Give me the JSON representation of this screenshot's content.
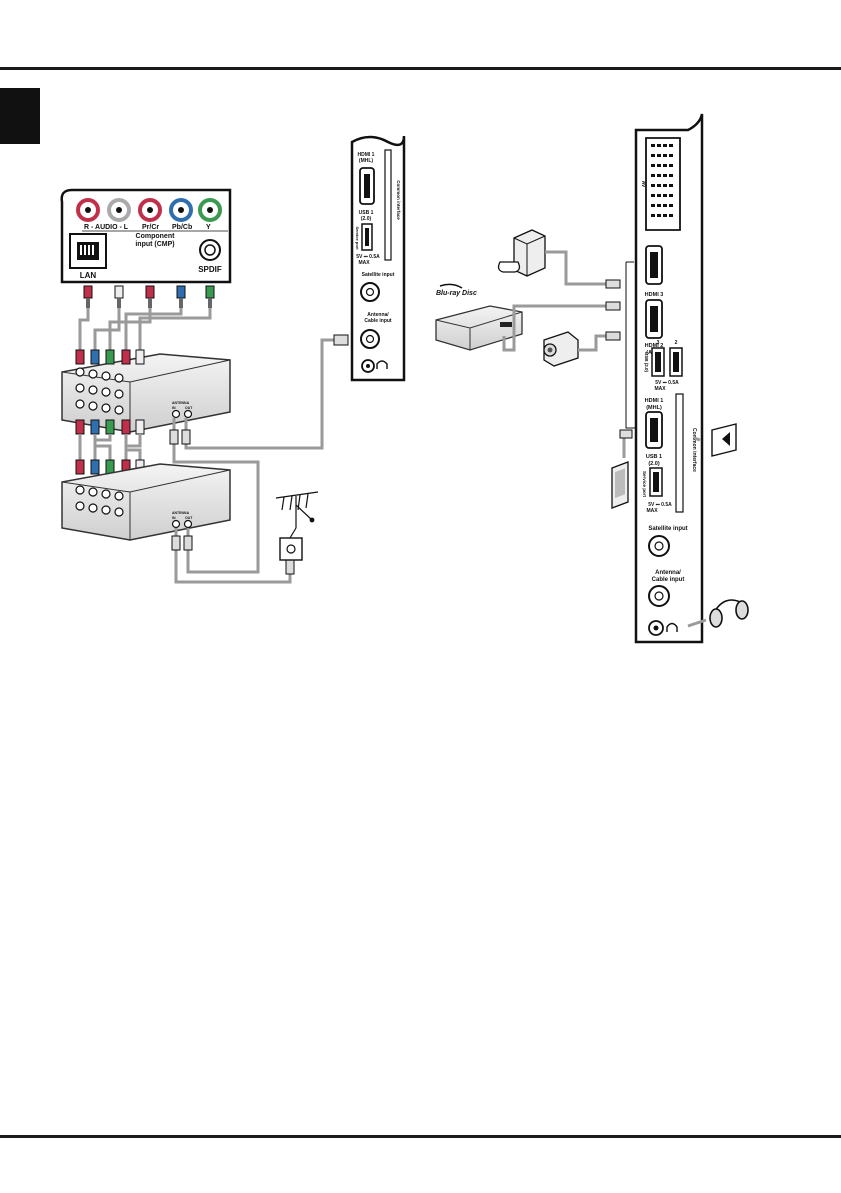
{
  "left_panel": {
    "audio_label": "R - AUDIO - L",
    "pr_label": "Pr/Cr",
    "pb_label": "Pb/Cb",
    "y_label": "Y",
    "component_label_1": "Component",
    "component_label_2": "input (CMP)",
    "lan_label": "LAN",
    "spdif_label": "SPDIF"
  },
  "small_tv_panel": {
    "hdmi1": "HDMI 1",
    "hdmi1_sub": "(MHL)",
    "common_interface": "Common interface",
    "usb1": "USB 1",
    "usb1_sub": "(2.0)",
    "service_port": "Service port",
    "usb_power": "5V ⎓ 0.5A",
    "usb_max": "MAX",
    "satellite_input": "Satellite input",
    "antenna_1": "Antenna/",
    "antenna_2": "Cable input"
  },
  "device_labels": {
    "bluray": "Blu-ray Disc",
    "antenna_in": "IN",
    "antenna_out": "OUT",
    "antenna_word": "ANTENNA"
  },
  "large_tv_panel": {
    "av": "AV",
    "hdmi3": "HDMI 3",
    "hdmi2": "HDMI 2",
    "hdmi2_sub": "(ARC)",
    "usb_20": "USB (2.0)",
    "usb2_num": "2",
    "usb3_num": "3",
    "usb_power": "5V ⎓ 0.5A",
    "usb_max": "MAX",
    "hdmi1": "HDMI 1",
    "hdmi1_sub": "(MHL)",
    "common_interface": "Common interface",
    "usb1": "USB 1",
    "usb1_sub": "(2.0)",
    "service_port": "Service port",
    "usb1_power": "5V ⎓ 0.5A",
    "usb1_max": "MAX",
    "satellite_input": "Satellite input",
    "antenna_1": "Antenna/",
    "antenna_2": "Cable input"
  },
  "colors": {
    "rule": "#1a1a1a",
    "cable": "#9a9a9a",
    "red_jack": "#c0304a",
    "green_jack": "#3a9a50",
    "blue_jack": "#2f6fb0",
    "white_jack": "#e8e8e8"
  }
}
